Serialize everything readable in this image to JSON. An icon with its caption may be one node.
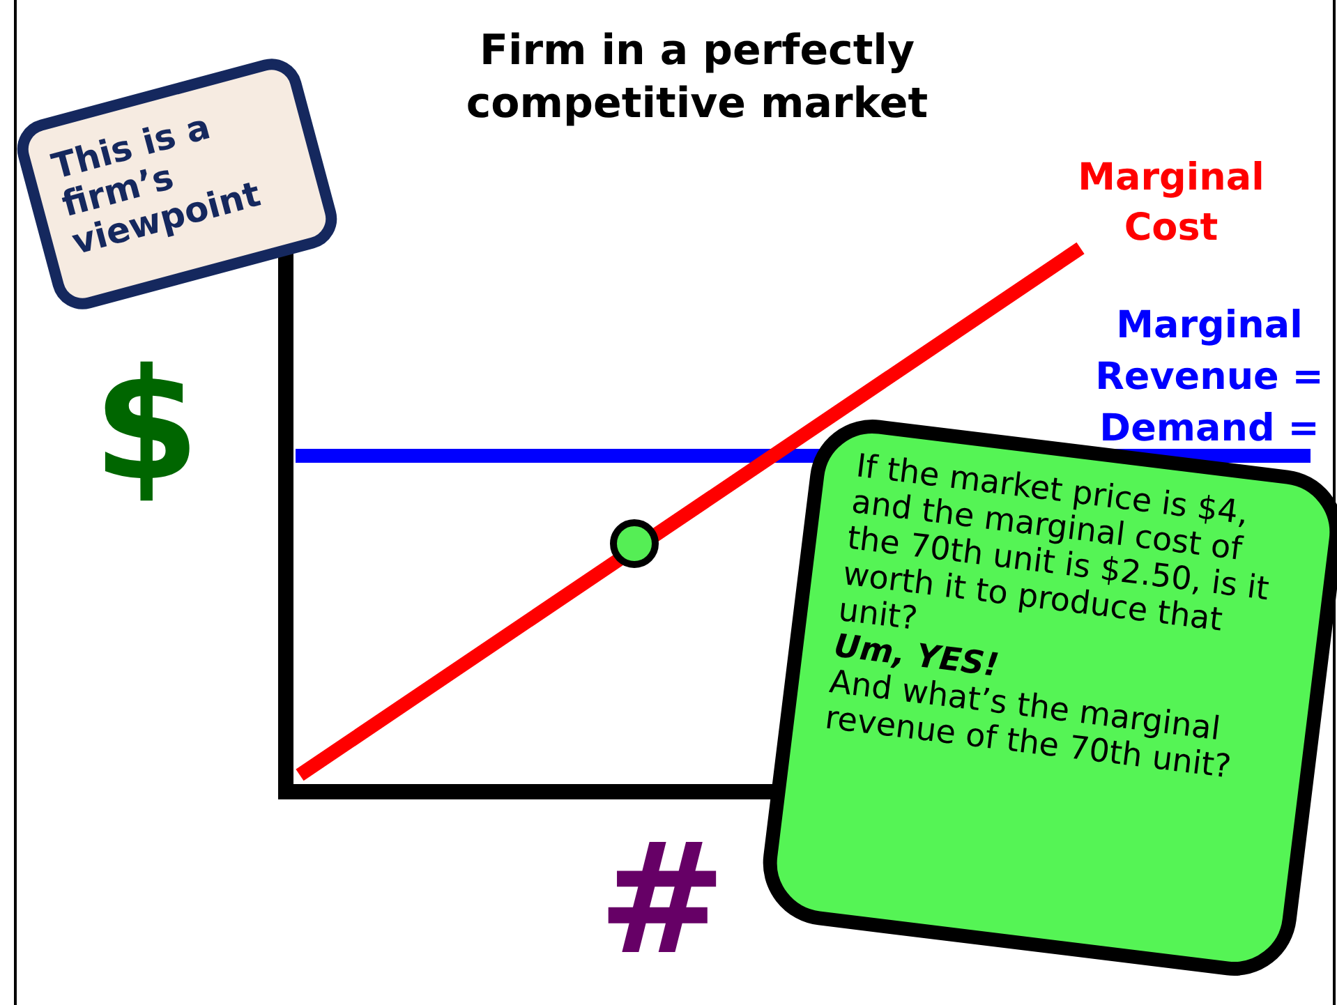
{
  "diagram": {
    "title": "Firm in a perfectly competitive market",
    "nodes": [
      {
        "text": [
          "This is a firm’s viewpoint"
        ]
      },
      {
        "text": [
          "If the market price is $4, and the marginal cost of the 70th unit is $2.50, is it worth it to produce that unit?",
          "Um, YES!",
          "And what’s the marginal revenue of the 70th unit?"
        ]
      }
    ],
    "labels": [
      "Marginal Cost",
      "Marginal Revenue = Demand =",
      "$",
      "#"
    ]
  }
}
